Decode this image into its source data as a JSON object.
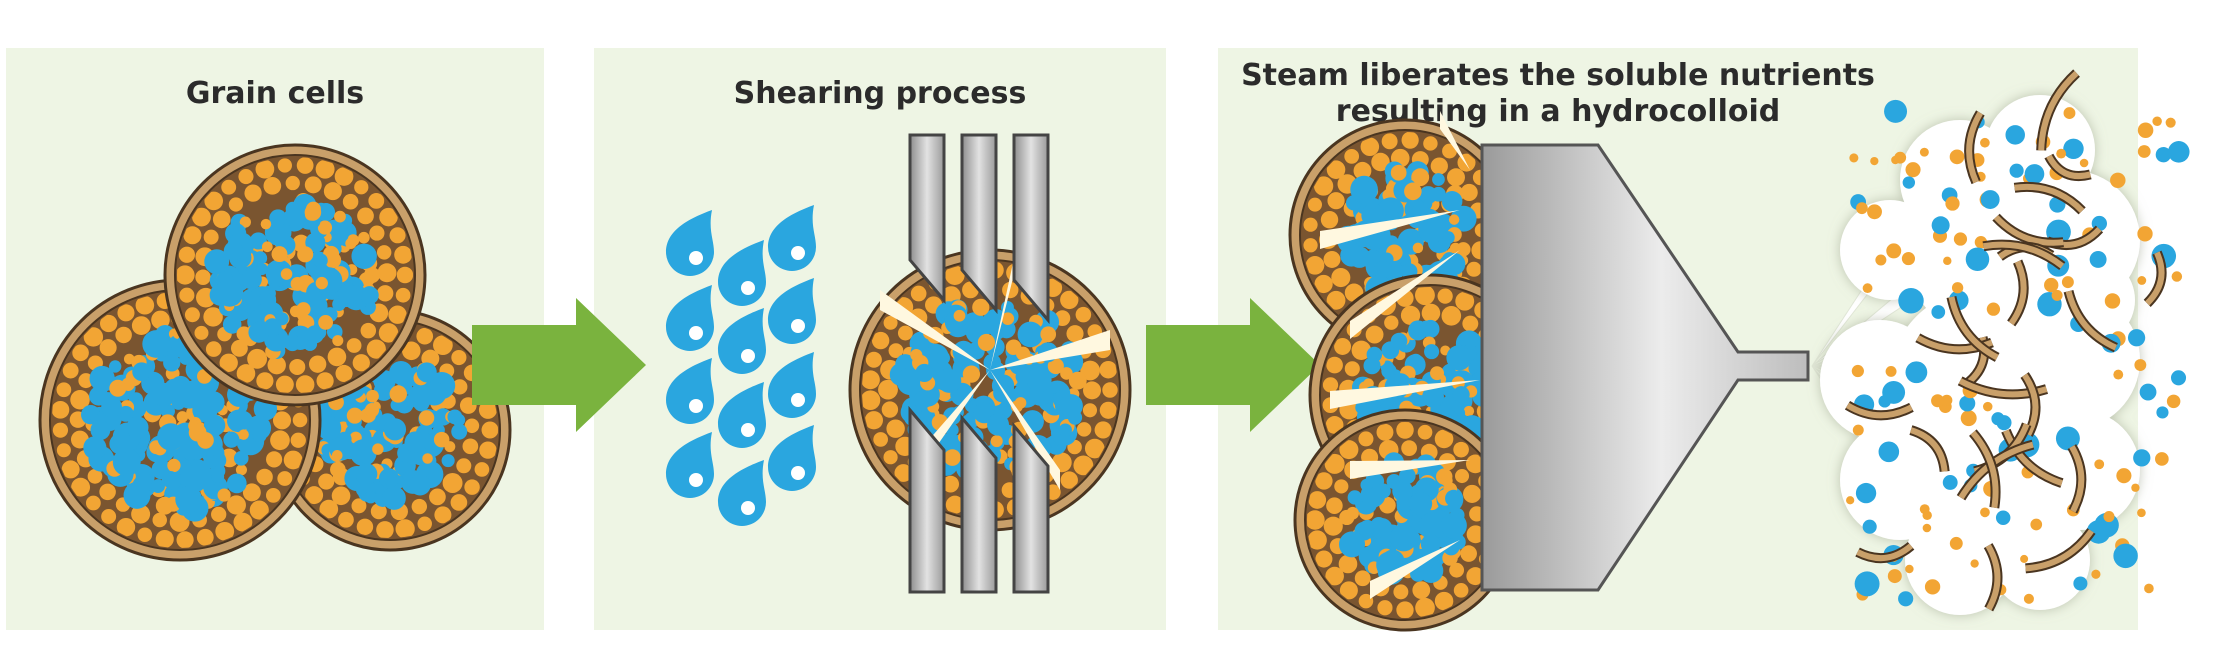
{
  "panels": [
    {
      "title": "Grain cells"
    },
    {
      "title": "Shearing process"
    },
    {
      "title_line1": "Steam liberates the soluble nutrients",
      "title_line2": "resulting in a hydrocolloid"
    }
  ],
  "colors": {
    "panel_bg": "#eef5e4",
    "arrow": "#7ab33e",
    "cell_fill": "#7a5530",
    "cell_rim": "#c9a06a",
    "starch_orange": "#f2a534",
    "nutrient_blue": "#2aa6df",
    "blade": "#b8b8b8",
    "steam": "#ffffff"
  },
  "icons": [
    "arrow-right-icon",
    "water-drop-icon",
    "blade-icon",
    "steam-nozzle-icon",
    "steam-cloud-icon"
  ]
}
